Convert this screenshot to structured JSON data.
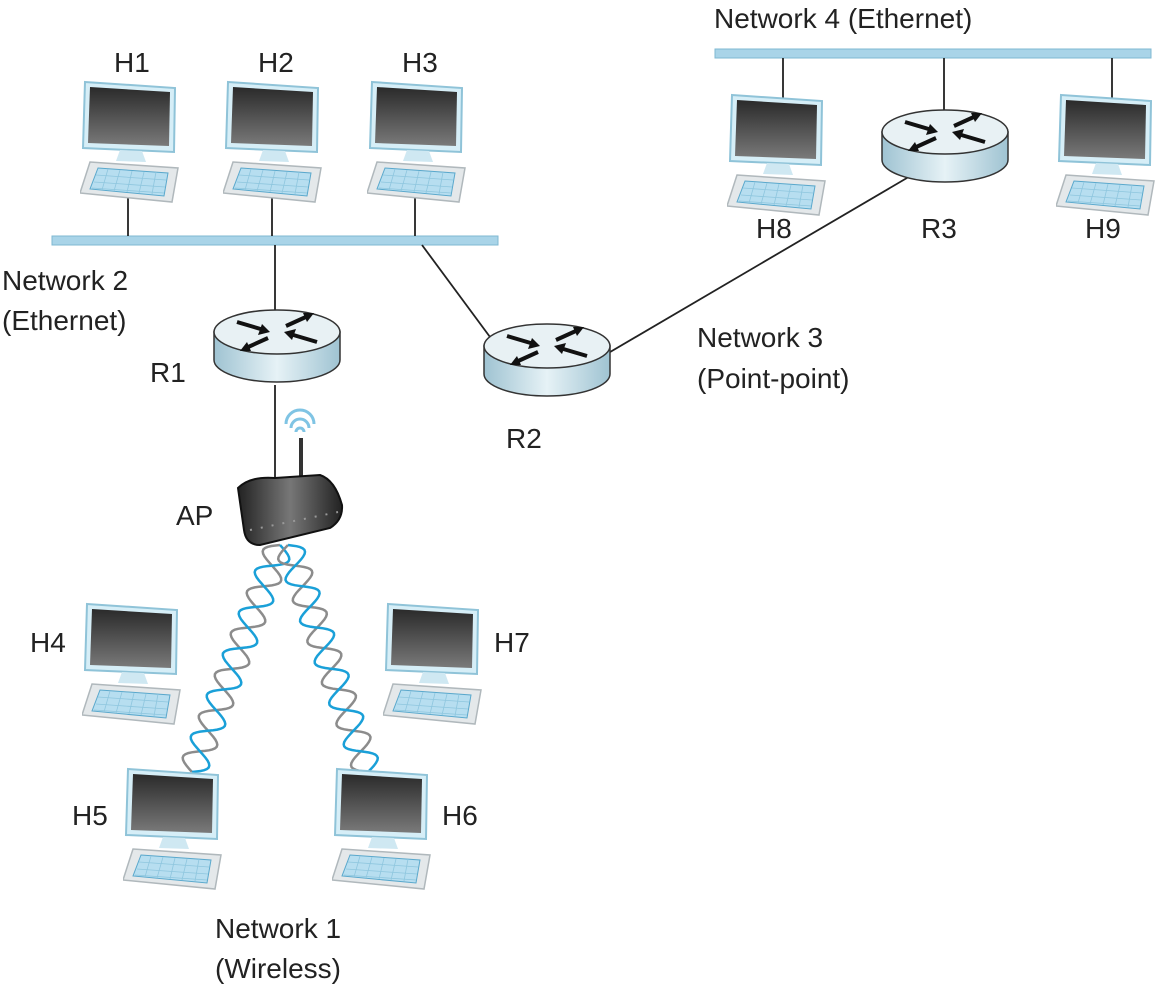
{
  "hosts": {
    "h1": "H1",
    "h2": "H2",
    "h3": "H3",
    "h4": "H4",
    "h5": "H5",
    "h6": "H6",
    "h7": "H7",
    "h8": "H8",
    "h9": "H9"
  },
  "routers": {
    "r1": "R1",
    "r2": "R2",
    "r3": "R3"
  },
  "ap": "AP",
  "networks": {
    "n1": {
      "name": "Network 1",
      "type": "(Wireless)"
    },
    "n2": {
      "name": "Network 2",
      "type": "(Ethernet)"
    },
    "n3": {
      "name": "Network 3",
      "type": "(Point-point)"
    },
    "n4": {
      "name": "Network 4 (Ethernet)"
    }
  },
  "colors": {
    "bus": "#a9d4e8",
    "wireless_a": "#1aa0d8",
    "wireless_b": "#8c8c8c",
    "router": "#c9e1ea"
  }
}
